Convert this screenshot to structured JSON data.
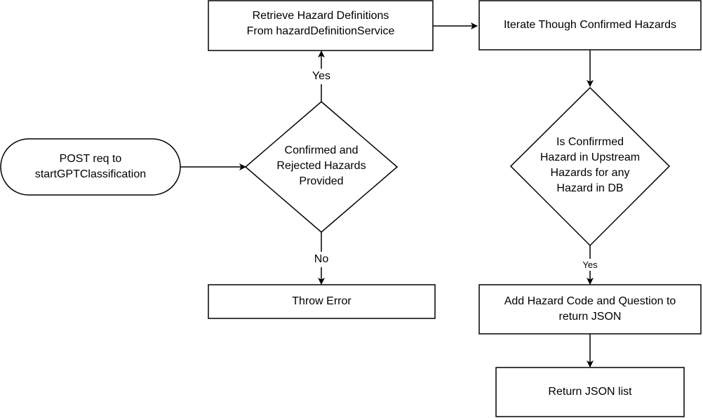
{
  "colors": {
    "stroke": "#000000",
    "background": "#ffffff"
  },
  "nodes": {
    "start": {
      "shape": "rounded-rectangle",
      "lines": [
        "POST req to",
        "startGPTClassification"
      ]
    },
    "decision_hazards_provided": {
      "shape": "diamond",
      "lines": [
        "Confirmed and",
        "Rejected Hazards",
        "Provided"
      ]
    },
    "retrieve_definitions": {
      "shape": "rectangle",
      "lines": [
        "Retrieve Hazard Definitions",
        "From hazardDefinitionService"
      ]
    },
    "throw_error": {
      "shape": "rectangle",
      "lines": [
        "Throw Error"
      ]
    },
    "iterate_hazards": {
      "shape": "rectangle",
      "lines": [
        "Iterate Though Confirmed Hazards"
      ]
    },
    "decision_upstream": {
      "shape": "diamond",
      "lines": [
        "Is Confirrmed",
        "Hazard in Upstream",
        "Hazards for any",
        "Hazard in DB"
      ]
    },
    "add_code_question": {
      "shape": "rectangle",
      "lines": [
        "Add Hazard Code and Question to",
        "return JSON"
      ]
    },
    "return_list": {
      "shape": "rectangle",
      "lines": [
        "Return JSON list"
      ]
    }
  },
  "edges": [
    {
      "from": "start",
      "to": "decision_hazards_provided",
      "label": ""
    },
    {
      "from": "decision_hazards_provided",
      "to": "retrieve_definitions",
      "label": "Yes"
    },
    {
      "from": "decision_hazards_provided",
      "to": "throw_error",
      "label": "No"
    },
    {
      "from": "retrieve_definitions",
      "to": "iterate_hazards",
      "label": ""
    },
    {
      "from": "iterate_hazards",
      "to": "decision_upstream",
      "label": ""
    },
    {
      "from": "decision_upstream",
      "to": "add_code_question",
      "label": "Yes"
    },
    {
      "from": "add_code_question",
      "to": "return_list",
      "label": ""
    }
  ]
}
